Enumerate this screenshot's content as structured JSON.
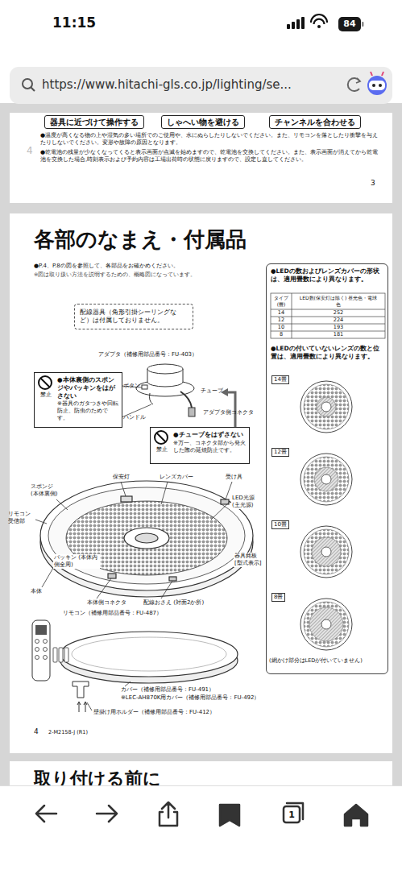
{
  "diagram": {
    "title": "各部のなまえ・付属品",
    "nodes": [
      {
        "text": [
          "器具に近づけて操作する"
        ]
      },
      {
        "text": [
          "しゃへい物を避ける"
        ]
      },
      {
        "text": [
          "チャンネルを合わせる"
        ]
      },
      {
        "text": [
          "配線器具（角形引掛シーリングなど）は付属しておりません。"
        ]
      },
      {
        "text": [
          "●本体裏側のスポンジやパッキンをはがさない",
          "※器具のガタつきや回転防止、防虫のためです。",
          "禁止"
        ]
      },
      {
        "text": [
          "●チューブをはずさない",
          "※万一、コネクタ部から発火した際の延焼防止です。",
          "禁止"
        ]
      },
      {
        "text": [
          "●LEDの数およびレンズカバーの形状は、適用畳数により異なります。",
          "●LEDの付いていないレンズの数と位置は、適用畳数により異なります。"
        ]
      }
    ],
    "labels": [
      "11:15",
      "84",
      "https://www.hitachi-gls.co.jp/lighting/se...",
      "●温度が高くなる物の上や湿気の多い場所でのご使用や、水にぬらしたりしないでください。また、リモコンを落としたり衝撃を与えたりしないでください。変形や故障の原因となります。",
      "●乾電池の残量が少なくなってくると表示画面が点滅を始めますので、乾電池を交換してください。また、表示画面が消えてから乾電池を交換した場合,時刻表示および予約内容は工場出荷時の状態に戻りますので、設定し直してください。",
      "4",
      "3",
      "●P.4、P.8の図を参照して、各部品をお確かめください。",
      "※図は取り扱い方法を説明するための、概略図になっています。",
      "アダプタ（補修用部品番号：FU-403）",
      "ボタン",
      "ハンドル",
      "チューブ",
      "アダプタ側コネクタ",
      "保安灯",
      "レンズカバー",
      "受け具",
      "LED光源 (主光源)",
      "スポンジ (本体裏側)",
      "リモコン受信部",
      "パッキン (本体内側全周)",
      "本体側コネクタ",
      "配線おさえ (対面2か所)",
      "器具銘板 [型式表示]",
      "本体",
      "リモコン（補修用部品番号：FU-487）",
      "カバー（補修用部品番号：FU-491）",
      "※LEC-AH870K用カバー（補修用部品番号：FU-492）",
      "壁掛け用ホルダー（補修用部品番号：FU-412）",
      "4",
      "2-M2158-J (R1)",
      "タイプ (畳)",
      "LED数(保安灯は除く) 昼光色・電球色",
      "14",
      "252",
      "12",
      "224",
      "10",
      "193",
      "8",
      "181",
      "14畳",
      "12畳",
      "10畳",
      "8畳",
      "(網かけ部分はLEDが付いていません)",
      "取り付ける前に",
      "1"
    ]
  }
}
